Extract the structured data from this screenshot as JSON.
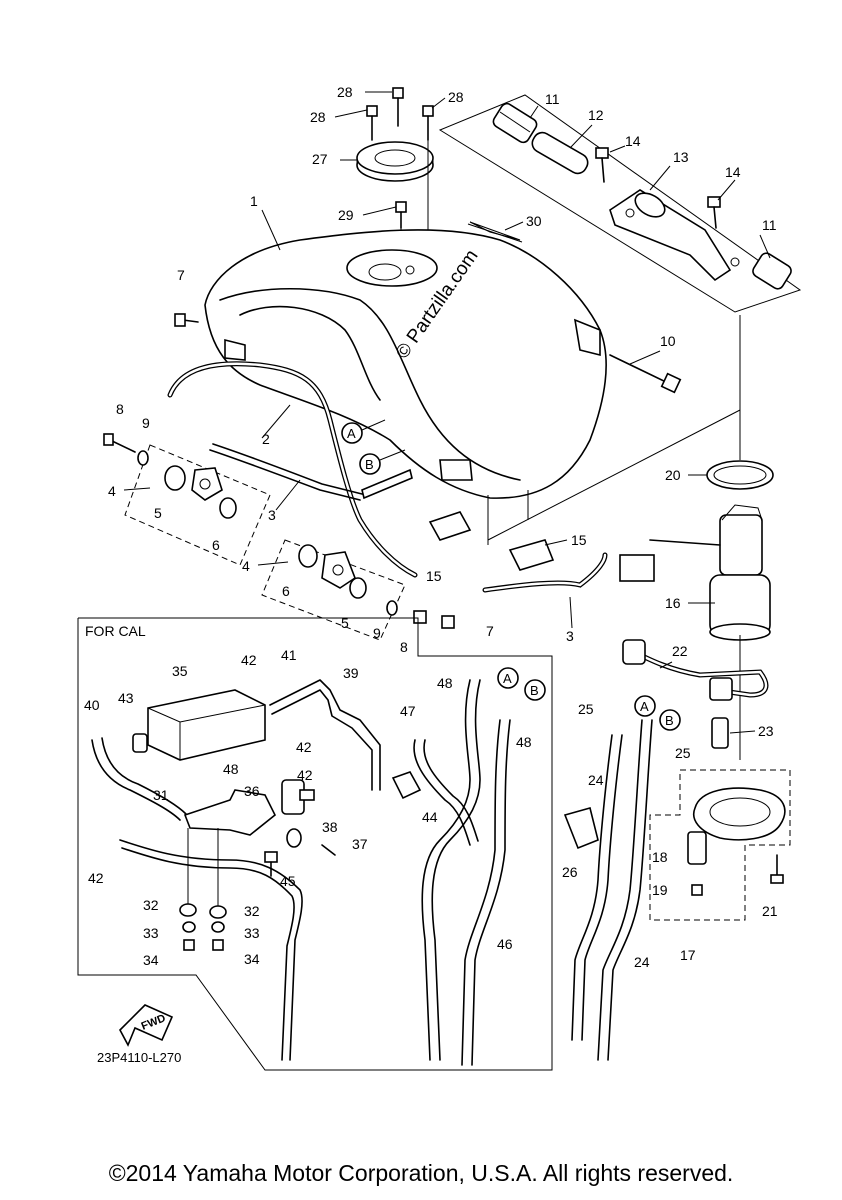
{
  "watermark": "© Partzilla.com",
  "section_label": "FOR CAL",
  "diagram_code": "23P4110-L270",
  "fwd_label": "FWD",
  "copyright": "©2014 Yamaha Motor Corporation, U.S.A. All rights reserved.",
  "callouts": [
    {
      "id": "c1",
      "text": "1"
    },
    {
      "id": "c2",
      "text": "2"
    },
    {
      "id": "c3a",
      "text": "3"
    },
    {
      "id": "c3b",
      "text": "3"
    },
    {
      "id": "c4a",
      "text": "4"
    },
    {
      "id": "c4b",
      "text": "4"
    },
    {
      "id": "c5a",
      "text": "5"
    },
    {
      "id": "c5b",
      "text": "5"
    },
    {
      "id": "c6a",
      "text": "6"
    },
    {
      "id": "c6b",
      "text": "6"
    },
    {
      "id": "c7a",
      "text": "7"
    },
    {
      "id": "c7b",
      "text": "7"
    },
    {
      "id": "c8a",
      "text": "8"
    },
    {
      "id": "c8b",
      "text": "8"
    },
    {
      "id": "c9a",
      "text": "9"
    },
    {
      "id": "c9b",
      "text": "9"
    },
    {
      "id": "c10",
      "text": "10"
    },
    {
      "id": "c11a",
      "text": "11"
    },
    {
      "id": "c11b",
      "text": "11"
    },
    {
      "id": "c12",
      "text": "12"
    },
    {
      "id": "c13",
      "text": "13"
    },
    {
      "id": "c14a",
      "text": "14"
    },
    {
      "id": "c14b",
      "text": "14"
    },
    {
      "id": "c15a",
      "text": "15"
    },
    {
      "id": "c15b",
      "text": "15"
    },
    {
      "id": "c16",
      "text": "16"
    },
    {
      "id": "c17",
      "text": "17"
    },
    {
      "id": "c18",
      "text": "18"
    },
    {
      "id": "c19",
      "text": "19"
    },
    {
      "id": "c20",
      "text": "20"
    },
    {
      "id": "c21",
      "text": "21"
    },
    {
      "id": "c22",
      "text": "22"
    },
    {
      "id": "c23",
      "text": "23"
    },
    {
      "id": "c24a",
      "text": "24"
    },
    {
      "id": "c24b",
      "text": "24"
    },
    {
      "id": "c25a",
      "text": "25"
    },
    {
      "id": "c25b",
      "text": "25"
    },
    {
      "id": "c26",
      "text": "26"
    },
    {
      "id": "c27",
      "text": "27"
    },
    {
      "id": "c28a",
      "text": "28"
    },
    {
      "id": "c28b",
      "text": "28"
    },
    {
      "id": "c28c",
      "text": "28"
    },
    {
      "id": "c29",
      "text": "29"
    },
    {
      "id": "c30",
      "text": "30"
    },
    {
      "id": "c31",
      "text": "31"
    },
    {
      "id": "c32a",
      "text": "32"
    },
    {
      "id": "c32b",
      "text": "32"
    },
    {
      "id": "c33a",
      "text": "33"
    },
    {
      "id": "c33b",
      "text": "33"
    },
    {
      "id": "c34a",
      "text": "34"
    },
    {
      "id": "c34b",
      "text": "34"
    },
    {
      "id": "c35",
      "text": "35"
    },
    {
      "id": "c36",
      "text": "36"
    },
    {
      "id": "c37",
      "text": "37"
    },
    {
      "id": "c38",
      "text": "38"
    },
    {
      "id": "c39",
      "text": "39"
    },
    {
      "id": "c40",
      "text": "40"
    },
    {
      "id": "c41",
      "text": "41"
    },
    {
      "id": "c42a",
      "text": "42"
    },
    {
      "id": "c42b",
      "text": "42"
    },
    {
      "id": "c42c",
      "text": "42"
    },
    {
      "id": "c42d",
      "text": "42"
    },
    {
      "id": "c43",
      "text": "43"
    },
    {
      "id": "c44",
      "text": "44"
    },
    {
      "id": "c45",
      "text": "45"
    },
    {
      "id": "c46",
      "text": "46"
    },
    {
      "id": "c47",
      "text": "47"
    },
    {
      "id": "c48a",
      "text": "48"
    },
    {
      "id": "c48b",
      "text": "48"
    },
    {
      "id": "c48c",
      "text": "48"
    }
  ],
  "connectors": [
    {
      "id": "kA1",
      "text": "A"
    },
    {
      "id": "kB1",
      "text": "B"
    },
    {
      "id": "kA2",
      "text": "A"
    },
    {
      "id": "kB2",
      "text": "B"
    },
    {
      "id": "kA3",
      "text": "A"
    },
    {
      "id": "kB3",
      "text": "B"
    }
  ]
}
